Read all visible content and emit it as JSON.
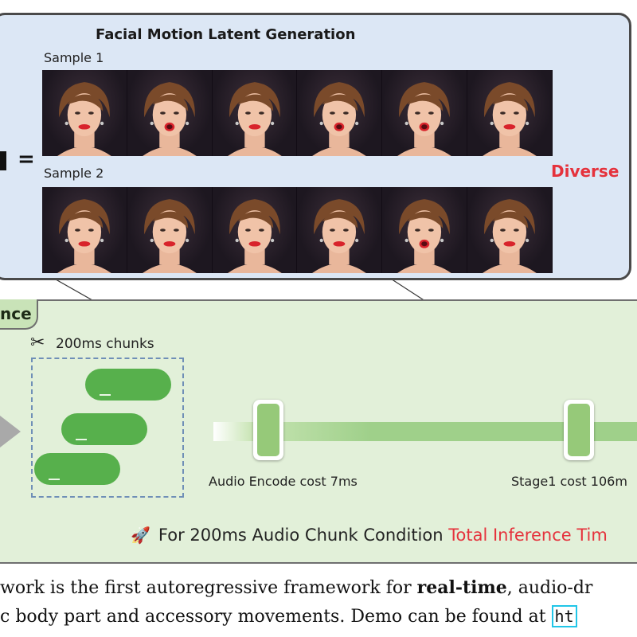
{
  "top_panel": {
    "title": "Facial Motion Latent Generation",
    "sample1_label": "Sample 1",
    "sample2_label": "Sample 2",
    "equals": "=",
    "diverse_label": "Diverse",
    "faces_per_sample": 6
  },
  "bottom_panel": {
    "tab_label": "nce",
    "chunks_label": "200ms chunks",
    "audio_cost_label": "Audio Encode cost 7ms",
    "stage1_cost_label": "Stage1 cost 106m",
    "footer_prefix": "For 200ms Audio Chunk Condition",
    "footer_highlight": "Total Inference Tim"
  },
  "caption": {
    "line1_start": "work is the first autoregressive framework for ",
    "line1_bold": "real-time",
    "line1_end": ", audio-dr",
    "line2_start": "c body part and accessory movements. Demo can be found at ",
    "line2_link": "ht"
  },
  "colors": {
    "accent_red": "#e5323c",
    "bubble_green": "#57b04c",
    "panel_blue": "#dce7f5",
    "panel_green": "#e2f0d9",
    "link_border": "#21c6e8"
  },
  "icons": {
    "scissors": "scissors-icon",
    "rocket": "rocket-icon",
    "arrow": "arrow-right-icon"
  }
}
